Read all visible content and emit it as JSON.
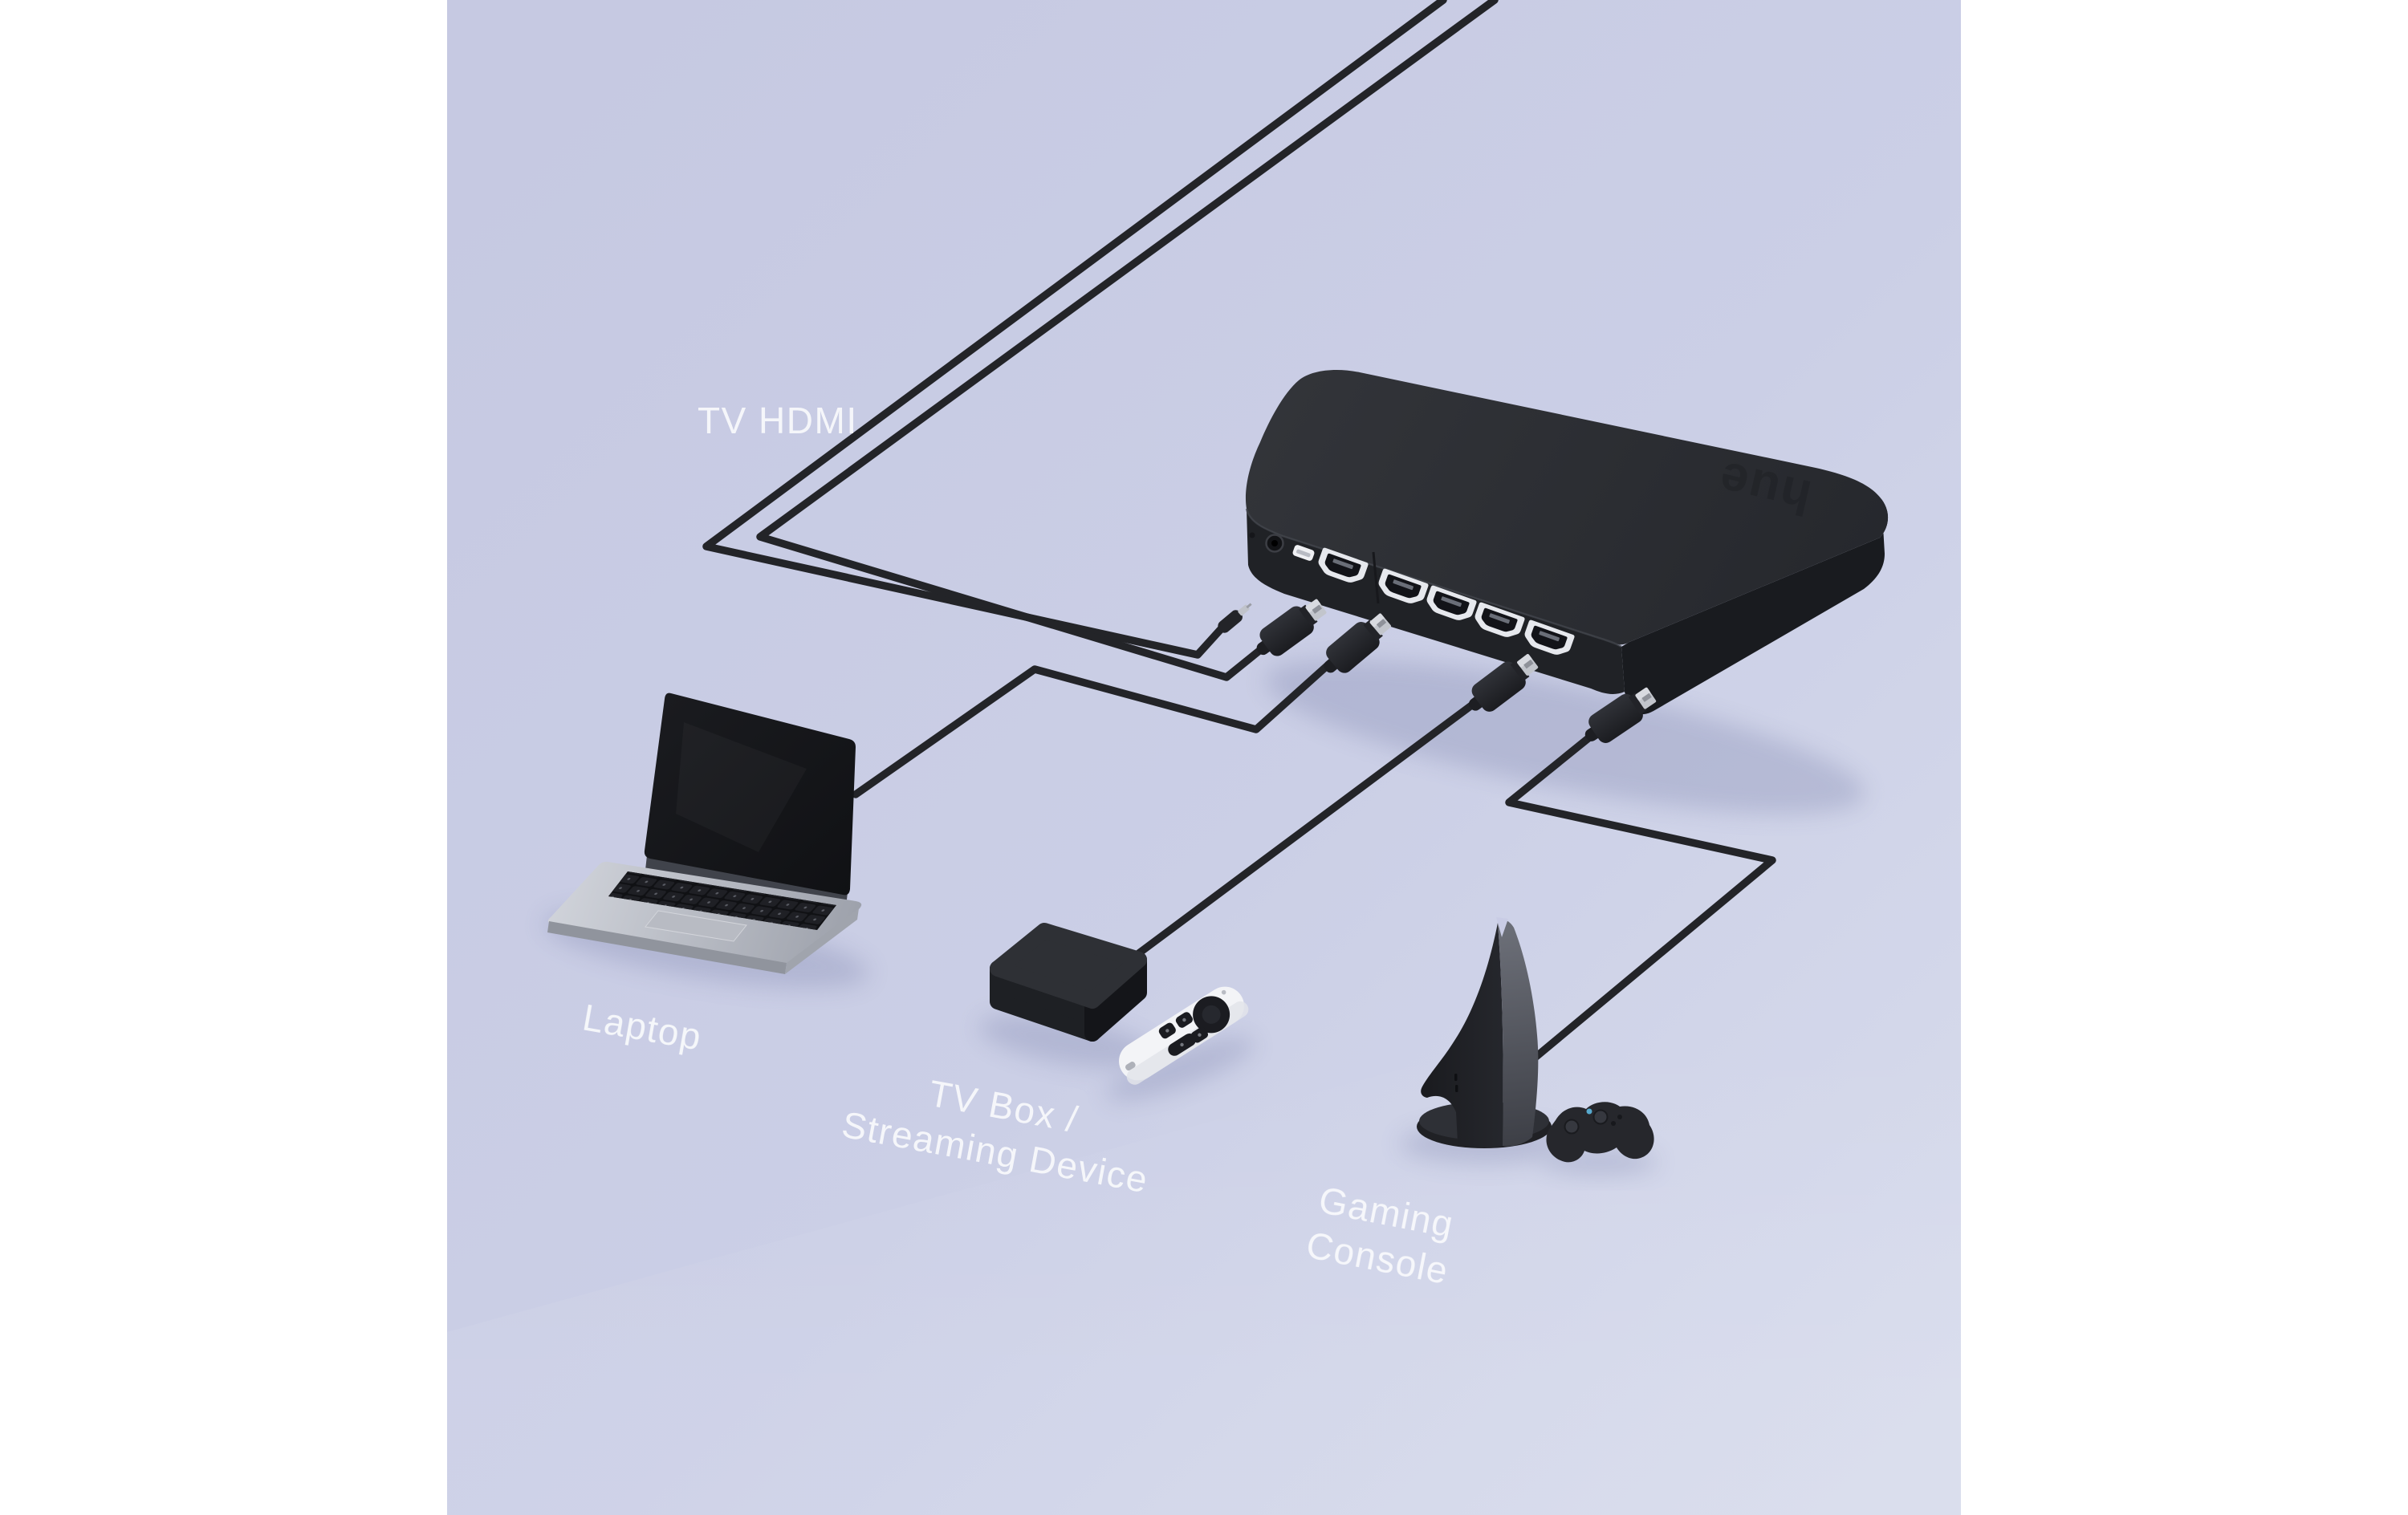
{
  "scene": {
    "background": {
      "margin_color": "#ffffff",
      "gradient_top_left": "#c6c9e2",
      "gradient_bottom_right": "#d7dbec"
    },
    "cable_color": "#232428",
    "label_color": "#f7f8fb",
    "labels": {
      "tv_hdmi": "TV HDMI",
      "laptop": "Laptop",
      "tv_box_line1": "TV Box /",
      "tv_box_line2": "Streaming Device",
      "console_line1": "Gaming",
      "console_line2": "Console"
    },
    "sync_box": {
      "logo": "hue",
      "body_color": "#2c2e33",
      "hdmi_port_count": 5,
      "hdmi_plug_count": 4,
      "power_plug_count": 1
    },
    "devices": [
      {
        "id": "tv",
        "label": "TV HDMI"
      },
      {
        "id": "laptop",
        "label": "Laptop"
      },
      {
        "id": "tv-box",
        "label": "TV Box / Streaming Device"
      },
      {
        "id": "gaming-console",
        "label": "Gaming Console"
      }
    ]
  }
}
